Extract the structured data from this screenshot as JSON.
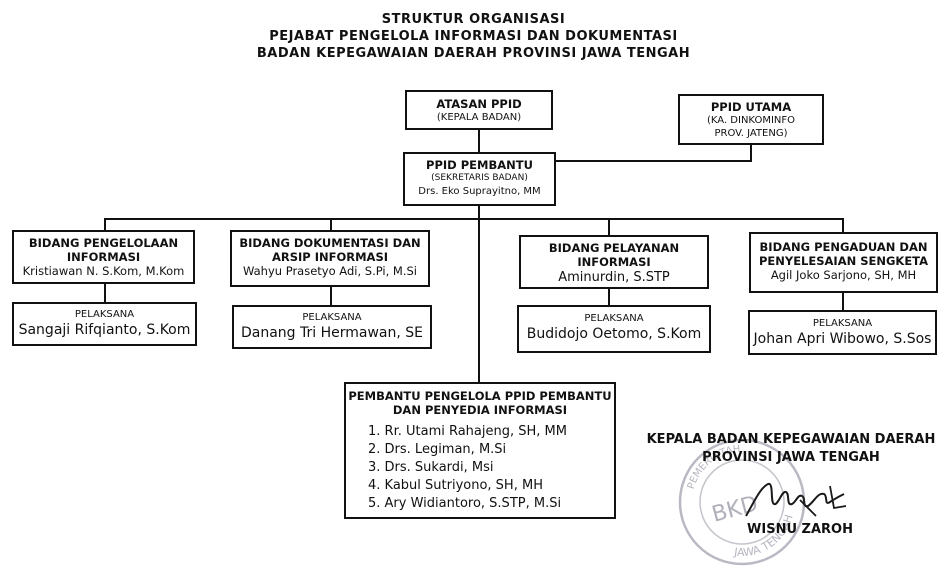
{
  "header": {
    "line1": "STRUKTUR ORGANISASI",
    "line2": "PEJABAT PENGELOLA INFORMASI DAN DOKUMENTASI",
    "line3": "BADAN KEPEGAWAIAN DAERAH PROVINSI JAWA TENGAH"
  },
  "atasan": {
    "title": "ATASAN PPID",
    "sub": "(KEPALA BADAN)"
  },
  "utama": {
    "title": "PPID UTAMA",
    "sub1": "(KA. DINKOMINFO",
    "sub2": "PROV. JATENG)"
  },
  "pembantu": {
    "title": "PPID PEMBANTU",
    "sub": "(SEKRETARIS BADAN)",
    "name": "Drs. Eko Suprayitno, MM"
  },
  "bidang": [
    {
      "title1": "BIDANG PENGELOLAAN",
      "title2": "INFORMASI",
      "head": "Kristiawan N. S.Kom, M.Kom",
      "pel_label": "PELAKSANA",
      "pel_name": "Sangaji Rifqianto, S.Kom"
    },
    {
      "title1": "BIDANG DOKUMENTASI DAN",
      "title2": "ARSIP INFORMASI",
      "head": "Wahyu Prasetyo Adi, S.Pi, M.Si",
      "pel_label": "PELAKSANA",
      "pel_name": "Danang Tri Hermawan, SE"
    },
    {
      "title1": "BIDANG PELAYANAN",
      "title2": "INFORMASI",
      "head": "Aminurdin, S.STP",
      "pel_label": "PELAKSANA",
      "pel_name": "Budidojo Oetomo, S.Kom"
    },
    {
      "title1": "BIDANG PENGADUAN DAN",
      "title2": "PENYELESAIAN SENGKETA",
      "head": "Agil Joko Sarjono, SH, MH",
      "pel_label": "PELAKSANA",
      "pel_name": "Johan Apri Wibowo, S.Sos"
    }
  ],
  "penyedia": {
    "title1": "PEMBANTU PENGELOLA PPID PEMBANTU",
    "title2": "DAN PENYEDIA INFORMASI",
    "members": [
      "1.  Rr. Utami Rahajeng, SH, MM",
      "2.  Drs. Legiman, M.Si",
      "3.  Drs. Sukardi, Msi",
      "4.  Kabul Sutriyono, SH, MH",
      "5.  Ary Widiantoro, S.STP, M.Si"
    ]
  },
  "signature": {
    "line1": "KEPALA BADAN KEPEGAWAIAN DAERAH",
    "line2": "PROVINSI JAWA TENGAH",
    "name": "WISNU ZAROH",
    "stamp_text": "BKD",
    "stamp_ring_top": "PEMERINTAH",
    "stamp_ring_bottom": "JAWA TENGAH"
  }
}
